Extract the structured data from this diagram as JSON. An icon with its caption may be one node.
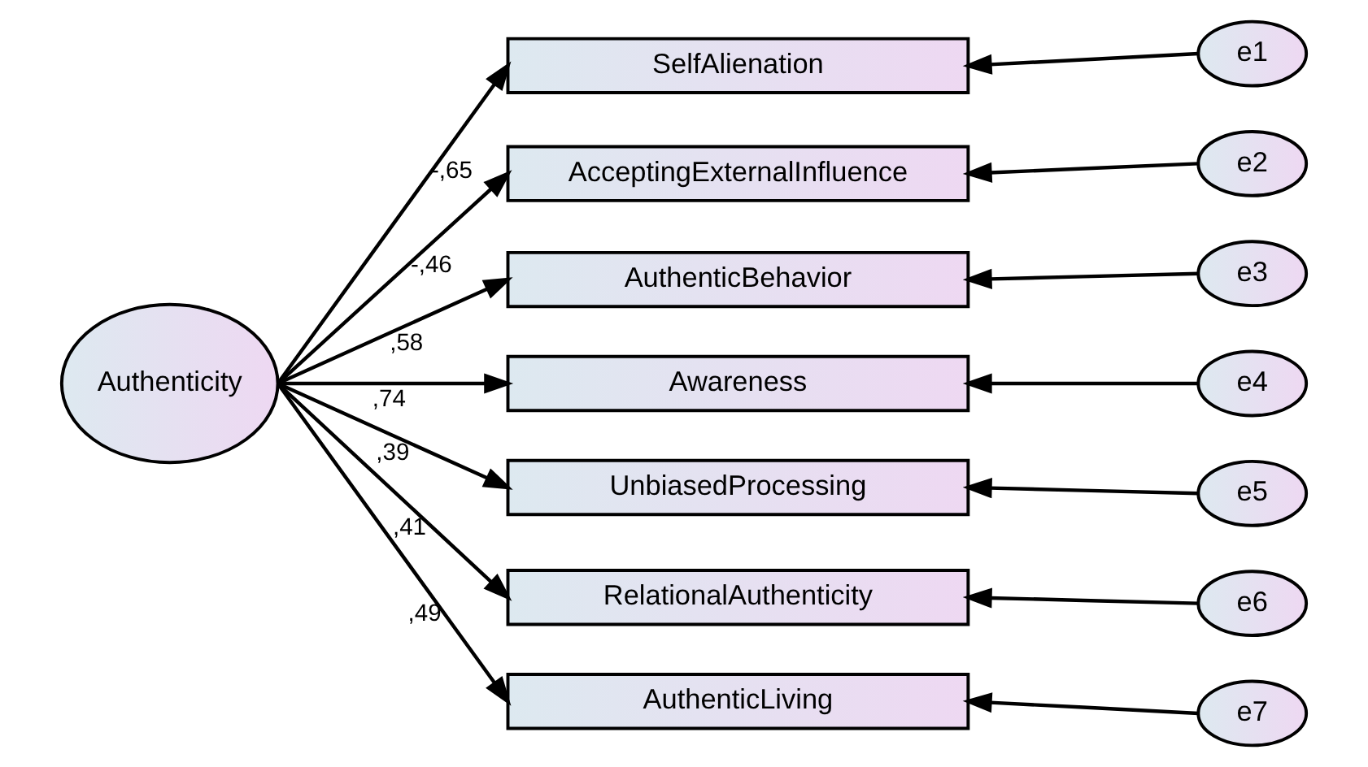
{
  "diagram": {
    "nodes": [
      {
        "text": [
          "Authenticity"
        ]
      },
      {
        "text": [
          "SelfAlienation"
        ]
      },
      {
        "text": [
          "AcceptingExternalInfluence"
        ]
      },
      {
        "text": [
          "AuthenticBehavior"
        ]
      },
      {
        "text": [
          "Awareness"
        ]
      },
      {
        "text": [
          "UnbiasedProcessing"
        ]
      },
      {
        "text": [
          "RelationalAuthenticity"
        ]
      },
      {
        "text": [
          "AuthenticLiving"
        ]
      },
      {
        "text": [
          "e1"
        ]
      },
      {
        "text": [
          "e2"
        ]
      },
      {
        "text": [
          "e3"
        ]
      },
      {
        "text": [
          "e4"
        ]
      },
      {
        "text": [
          "e5"
        ]
      },
      {
        "text": [
          "e6"
        ]
      },
      {
        "text": [
          "e7"
        ]
      }
    ],
    "edges": [
      {
        "from": 0,
        "to": 1,
        "arrow": "to",
        "label": "-,65"
      },
      {
        "from": 0,
        "to": 2,
        "arrow": "to",
        "label": "-,46"
      },
      {
        "from": 0,
        "to": 3,
        "arrow": "to",
        "label": ",58"
      },
      {
        "from": 0,
        "to": 4,
        "arrow": "to",
        "label": ",74"
      },
      {
        "from": 0,
        "to": 5,
        "arrow": "to",
        "label": ",39"
      },
      {
        "from": 0,
        "to": 6,
        "arrow": "to",
        "label": ",41"
      },
      {
        "from": 0,
        "to": 7,
        "arrow": "to",
        "label": ",49"
      },
      {
        "from": 8,
        "to": 1,
        "arrow": "to"
      },
      {
        "from": 9,
        "to": 2,
        "arrow": "to"
      },
      {
        "from": 10,
        "to": 3,
        "arrow": "to"
      },
      {
        "from": 11,
        "to": 4,
        "arrow": "to"
      },
      {
        "from": 12,
        "to": 5,
        "arrow": "to"
      },
      {
        "from": 13,
        "to": 6,
        "arrow": "to"
      },
      {
        "from": 14,
        "to": 7,
        "arrow": "to"
      }
    ]
  }
}
